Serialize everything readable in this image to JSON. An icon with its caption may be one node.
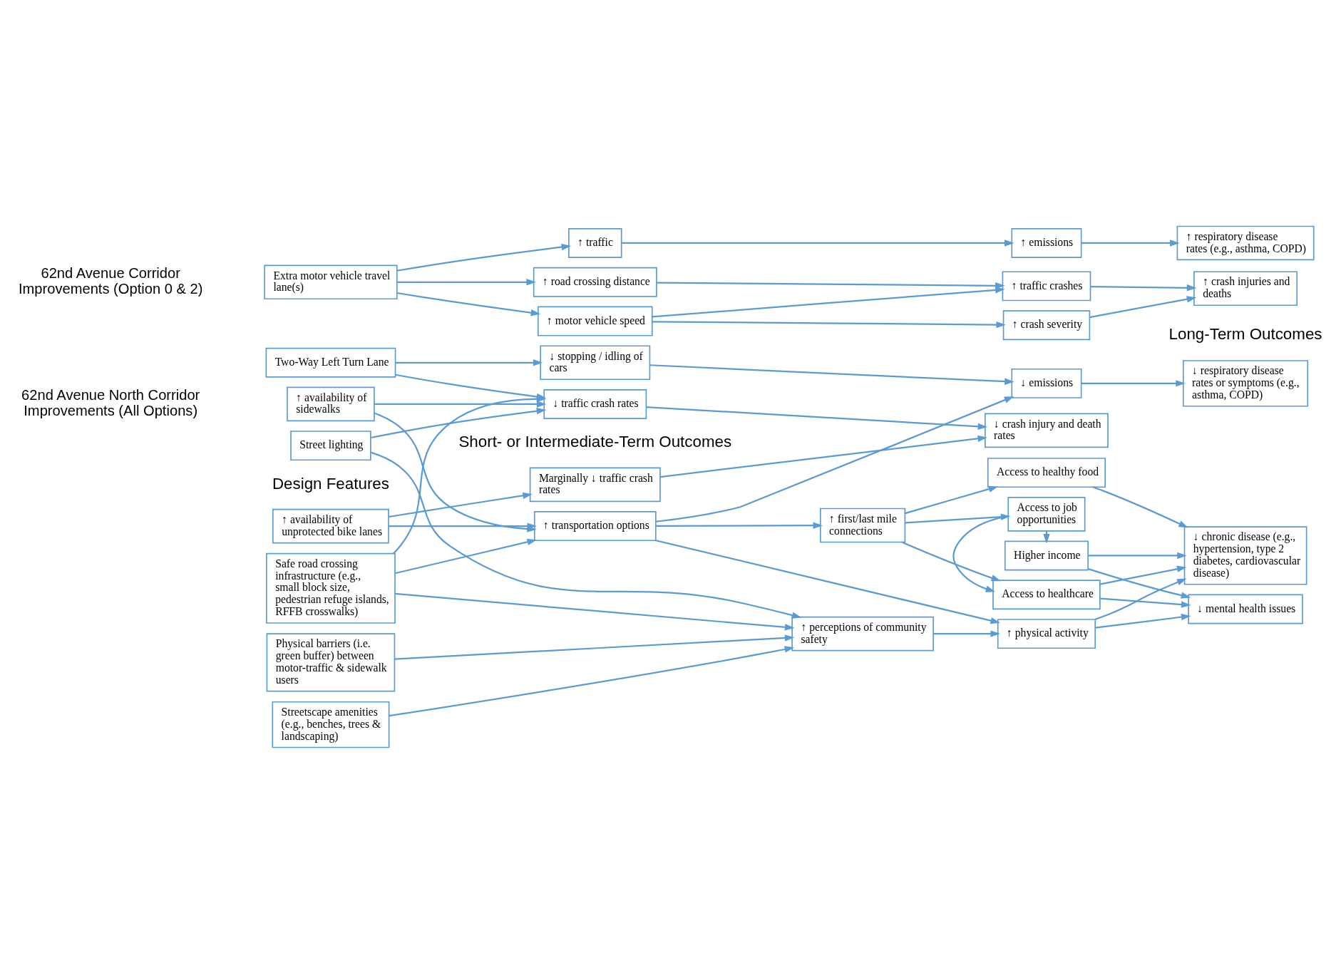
{
  "diagram": {
    "nodes": [
      {
        "text": [
          "↑ availability of unprotected bike lanes"
        ]
      },
      {
        "text": [
          "Two-Way Left Turn Lane"
        ]
      },
      {
        "text": [
          "↑ availability of sidewalks"
        ]
      },
      {
        "text": [
          "Street lighting"
        ]
      },
      {
        "text": [
          "Safe road crossing infrastructure (e.g., small block size, pedestrian refuge islands, RFFB crosswalks)"
        ]
      },
      {
        "text": [
          "Physical barriers (i.e. green buffer) between motor-traffic & sidewalk users"
        ]
      },
      {
        "text": [
          "Streetscape amenities (e.g., benches, trees & landscaping)"
        ]
      },
      {
        "text": [
          "Marginally ↓ traffic crash rates"
        ]
      },
      {
        "text": [
          "↓ stopping / idling of cars"
        ]
      },
      {
        "text": [
          "↓ traffic crash rates"
        ]
      },
      {
        "text": [
          "↑ transportation options"
        ]
      },
      {
        "text": [
          "↑ first/last mile connections"
        ]
      },
      {
        "text": [
          "↑ perceptions of community safety"
        ]
      },
      {
        "text": [
          "↓ crash injury and death rates"
        ]
      },
      {
        "text": [
          "↓ emissions"
        ]
      },
      {
        "text": [
          "↑ physical activity"
        ]
      },
      {
        "text": [
          "Access to healthy food"
        ]
      },
      {
        "text": [
          "Access to healthcare"
        ]
      },
      {
        "text": [
          "Access to job opportunities"
        ]
      },
      {
        "text": [
          "Higher income"
        ]
      },
      {
        "text": [
          "↓ respiratory disease rates or symptoms (e.g., asthma, COPD)"
        ]
      },
      {
        "text": [
          "↓ chronic disease (e.g., hypertension, type 2 diabetes, cardiovascular disease)"
        ]
      },
      {
        "text": [
          "↓ mental health issues"
        ]
      },
      {
        "text": [
          "Extra motor vehicle travel lane(s)"
        ]
      },
      {
        "text": [
          "↑ traffic"
        ]
      },
      {
        "text": [
          "↑ road crossing distance"
        ]
      },
      {
        "text": [
          "↑ motor vehicle speed"
        ]
      },
      {
        "text": [
          "↑ emissions"
        ]
      },
      {
        "text": [
          "↑ traffic crashes"
        ]
      },
      {
        "text": [
          "↑ crash severity"
        ]
      },
      {
        "text": [
          "↑ respiratory disease rates (e.g., asthma, COPD)"
        ]
      },
      {
        "text": [
          "↑ crash injuries and deaths"
        ]
      }
    ],
    "edges": [
      {
        "from": 0,
        "to": 7,
        "arrow": "to"
      },
      {
        "from": 0,
        "to": 10,
        "arrow": "to"
      },
      {
        "from": 1,
        "to": 8,
        "arrow": "to"
      },
      {
        "from": 1,
        "to": 9,
        "arrow": "to"
      },
      {
        "from": 2,
        "to": 9,
        "arrow": "to"
      },
      {
        "from": 2,
        "to": 10,
        "arrow": "to"
      },
      {
        "from": 3,
        "to": 9,
        "arrow": "to"
      },
      {
        "from": 3,
        "to": 12,
        "arrow": "to"
      },
      {
        "from": 4,
        "to": 9,
        "arrow": "to"
      },
      {
        "from": 4,
        "to": 10,
        "arrow": "to"
      },
      {
        "from": 4,
        "to": 12,
        "arrow": "to"
      },
      {
        "from": 5,
        "to": 12,
        "arrow": "to"
      },
      {
        "from": 6,
        "to": 12,
        "arrow": "to"
      },
      {
        "from": 10,
        "to": 11,
        "arrow": "to"
      },
      {
        "from": 7,
        "to": 13,
        "arrow": "to"
      },
      {
        "from": 9,
        "to": 13,
        "arrow": "to"
      },
      {
        "from": 8,
        "to": 14,
        "arrow": "to"
      },
      {
        "from": 10,
        "to": 14,
        "arrow": "to"
      },
      {
        "from": 10,
        "to": 15,
        "arrow": "to"
      },
      {
        "from": 12,
        "to": 15,
        "arrow": "to"
      },
      {
        "from": 11,
        "to": 16,
        "arrow": "to"
      },
      {
        "from": 11,
        "to": 17,
        "arrow": "to"
      },
      {
        "from": 11,
        "to": 18,
        "arrow": "to"
      },
      {
        "from": 18,
        "to": 17,
        "arrow": "to"
      },
      {
        "from": 18,
        "to": 19,
        "arrow": "to"
      },
      {
        "from": 14,
        "to": 20,
        "arrow": "to"
      },
      {
        "from": 15,
        "to": 21,
        "arrow": "to"
      },
      {
        "from": 15,
        "to": 22,
        "arrow": "to"
      },
      {
        "from": 16,
        "to": 21,
        "arrow": "to"
      },
      {
        "from": 17,
        "to": 21,
        "arrow": "to"
      },
      {
        "from": 17,
        "to": 22,
        "arrow": "to"
      },
      {
        "from": 19,
        "to": 21,
        "arrow": "to"
      },
      {
        "from": 19,
        "to": 22,
        "arrow": "to"
      },
      {
        "from": 23,
        "to": 24,
        "arrow": "to"
      },
      {
        "from": 23,
        "to": 25,
        "arrow": "to"
      },
      {
        "from": 23,
        "to": 26,
        "arrow": "to"
      },
      {
        "from": 24,
        "to": 27,
        "arrow": "to"
      },
      {
        "from": 27,
        "to": 30,
        "arrow": "to"
      },
      {
        "from": 25,
        "to": 28,
        "arrow": "to"
      },
      {
        "from": 26,
        "to": 28,
        "arrow": "to"
      },
      {
        "from": 26,
        "to": 29,
        "arrow": "to"
      },
      {
        "from": 28,
        "to": 31,
        "arrow": "to"
      },
      {
        "from": 29,
        "to": 31,
        "arrow": "to"
      }
    ],
    "labels": [
      "Design Features",
      "Short- or Intermediate-Term Outcomes",
      "Long-Term Outcomes",
      "62nd Avenue North Corridor Improvements (All Options)",
      "62nd Avenue Corridor Improvements (Option 0 & 2)"
    ]
  }
}
